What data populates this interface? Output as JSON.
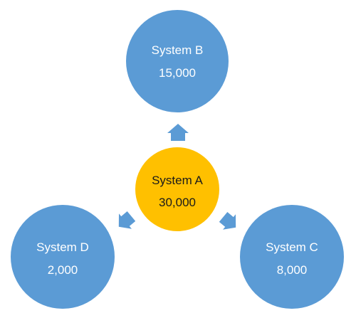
{
  "colors": {
    "satellite": "#5b9bd5",
    "center": "#ffc000",
    "satellite_text": "#ffffff",
    "center_text": "#1a1a1a",
    "arrow": "#5b9bd5"
  },
  "nodes": {
    "center": {
      "name": "System A",
      "value": "30,000"
    },
    "top": {
      "name": "System B",
      "value": "15,000"
    },
    "right": {
      "name": "System C",
      "value": "8,000"
    },
    "left": {
      "name": "System D",
      "value": "2,000"
    }
  }
}
